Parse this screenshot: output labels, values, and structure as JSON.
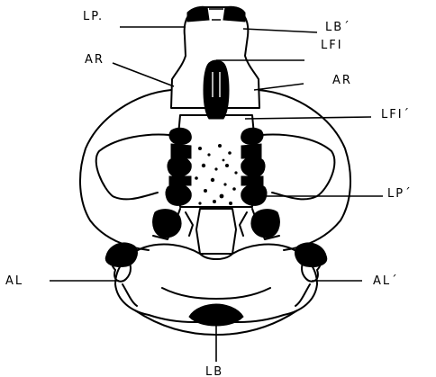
{
  "labels": {
    "lp_top": "LP.",
    "lb_top": "LB´",
    "lfi": "LFI",
    "ar_left": "AR",
    "ar_right": "AR",
    "lfi_prime": "LFI´",
    "lp_prime": "LP´",
    "al_left": "AL",
    "al_prime": "AL´",
    "lb_bottom": "LB"
  },
  "ink_color": "#000000",
  "paper_color": "#ffffff"
}
